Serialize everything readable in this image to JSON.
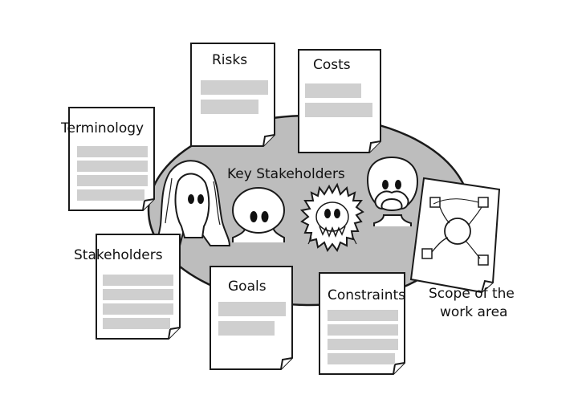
{
  "colors": {
    "table_fill": "#bdbdbd",
    "outline": "#1a1a1a",
    "text_bar": "#cfcfcf",
    "paper": "#ffffff"
  },
  "center_label": "Key Stakeholders",
  "documents": {
    "risks": "Risks",
    "costs": "Costs",
    "terminology": "Terminology",
    "stakeholders": "Stakeholders",
    "goals": "Goals",
    "constraints": "Constraints"
  },
  "scope": {
    "line1": "Scope of the",
    "line2": "work area"
  },
  "icons": [
    "long-hair-person-icon",
    "bald-person-icon",
    "bearded-person-icon",
    "mustache-person-icon"
  ]
}
